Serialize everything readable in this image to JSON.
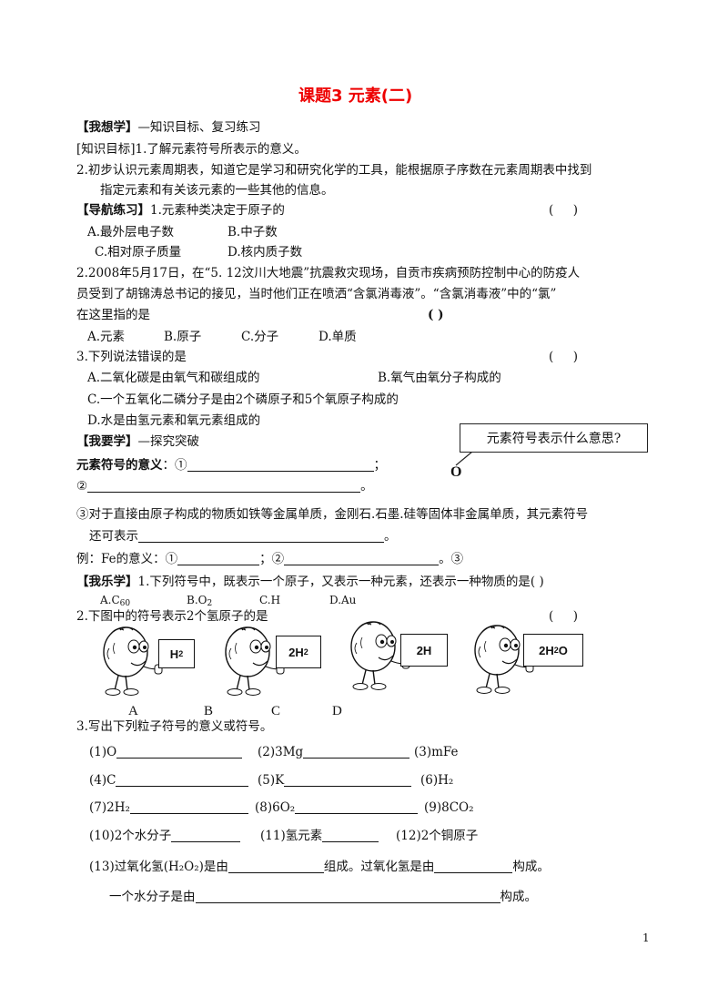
{
  "title": "课题3 元素(二)",
  "s1": {
    "tag": "【我想学】",
    "text": "—知识目标、复习练习"
  },
  "obj1": "[知识目标]1.了解元素符号所表示的意义。",
  "obj2a": "2.初步认识元素周期表，知道它是学习和研究化学的工具，能根据原子序数在元素周期表中找到",
  "obj2b": "指定元素和有关该元素的一些其他的信息。",
  "nav": {
    "tag": "【导航练习】",
    "text": "1.元素种类决定于原子的"
  },
  "paren": "(     )",
  "paren2": "( )",
  "q1": {
    "a": "A.最外层电子数",
    "b": "B.中子数",
    "c": "C.相对原子质量",
    "d": "D.核内质子数"
  },
  "q2a": "2.2008年5月17日，在“5. 12汶川大地震”抗震救灾现场，自贡市疾病预防控制中心的防疫人",
  "q2b": "员受到了胡锦涛总书记的接见，当时他们正在喷洒“含氯消毒液”。“含氯消毒液”中的“氯”",
  "q2c": "在这里指的是",
  "q2opts": {
    "a": "A.元素",
    "b": "B.原子",
    "c": "C.分子",
    "d": "D.单质"
  },
  "q3": "3.下列说法错误的是",
  "q3opts": {
    "a": "A.二氧化碳是由氧气和碳组成的",
    "b": "B.氧气由氧分子构成的",
    "c": "C.一个五氧化二磷分子是由2个磷原子和5个氧原子构成的",
    "d": "D.水是由氢元素和氧元素组成的"
  },
  "s2": {
    "tag": "【我要学】",
    "text": "—探究突破"
  },
  "bubble": "元素符号表示什么意思?",
  "bubble_symbol": "O",
  "meaning": {
    "label": "元素符号的意义",
    "m1": "：①",
    "semi": "；",
    "m2": "②",
    "dot": "。"
  },
  "m3a": "③对于直接由原子构成的物质如铁等金属单质，金刚石.石墨.硅等固体非金属单质，其元素符号",
  "m3b": "还可表示",
  "fe": {
    "text": "例：Fe的意义：①",
    "p2": "；②",
    "p3": "。③"
  },
  "s3": {
    "tag": "【我乐学】",
    "text": "1.下列符号中，既表示一个原子，又表示一种元素，还表示一种物质的是(     )"
  },
  "s3opts": {
    "a": "A.C",
    "a_sub": "60",
    "b": "B.O",
    "b_sub": "2",
    "c": "C.H",
    "d": "D.Au"
  },
  "p2q": "2.下图中的符号表示2个氢原子的是",
  "cards": [
    {
      "main": "H",
      "sub": "2",
      "letter": "A"
    },
    {
      "main": "2H",
      "sub": "2",
      "letter": "B"
    },
    {
      "main": "2H",
      "sub": "",
      "letter": "C"
    },
    {
      "main": "2H",
      "sub": "2",
      "tail": "O",
      "letter": "D"
    }
  ],
  "p3q": "3.写出下列粒子符号的意义或符号。",
  "rows": [
    [
      "(1)O",
      "(2)3Mg",
      "(3)mFe"
    ],
    [
      "(4)C",
      "(5)K",
      "(6)H₂"
    ],
    [
      "(7)2H₂",
      "(8)6O₂",
      "(9)8CO₂"
    ]
  ],
  "row4": [
    "(10)2个水分子",
    "(11)氢元素",
    "(12)2个铜原子"
  ],
  "r13": {
    "a": "(13)过氧化氢(H₂O₂)是由",
    "b": "组成。过氧化氢是由",
    "c": "构成。"
  },
  "r14": {
    "a": "一个水分子是由",
    "b": "构成。"
  },
  "page_number": "1"
}
